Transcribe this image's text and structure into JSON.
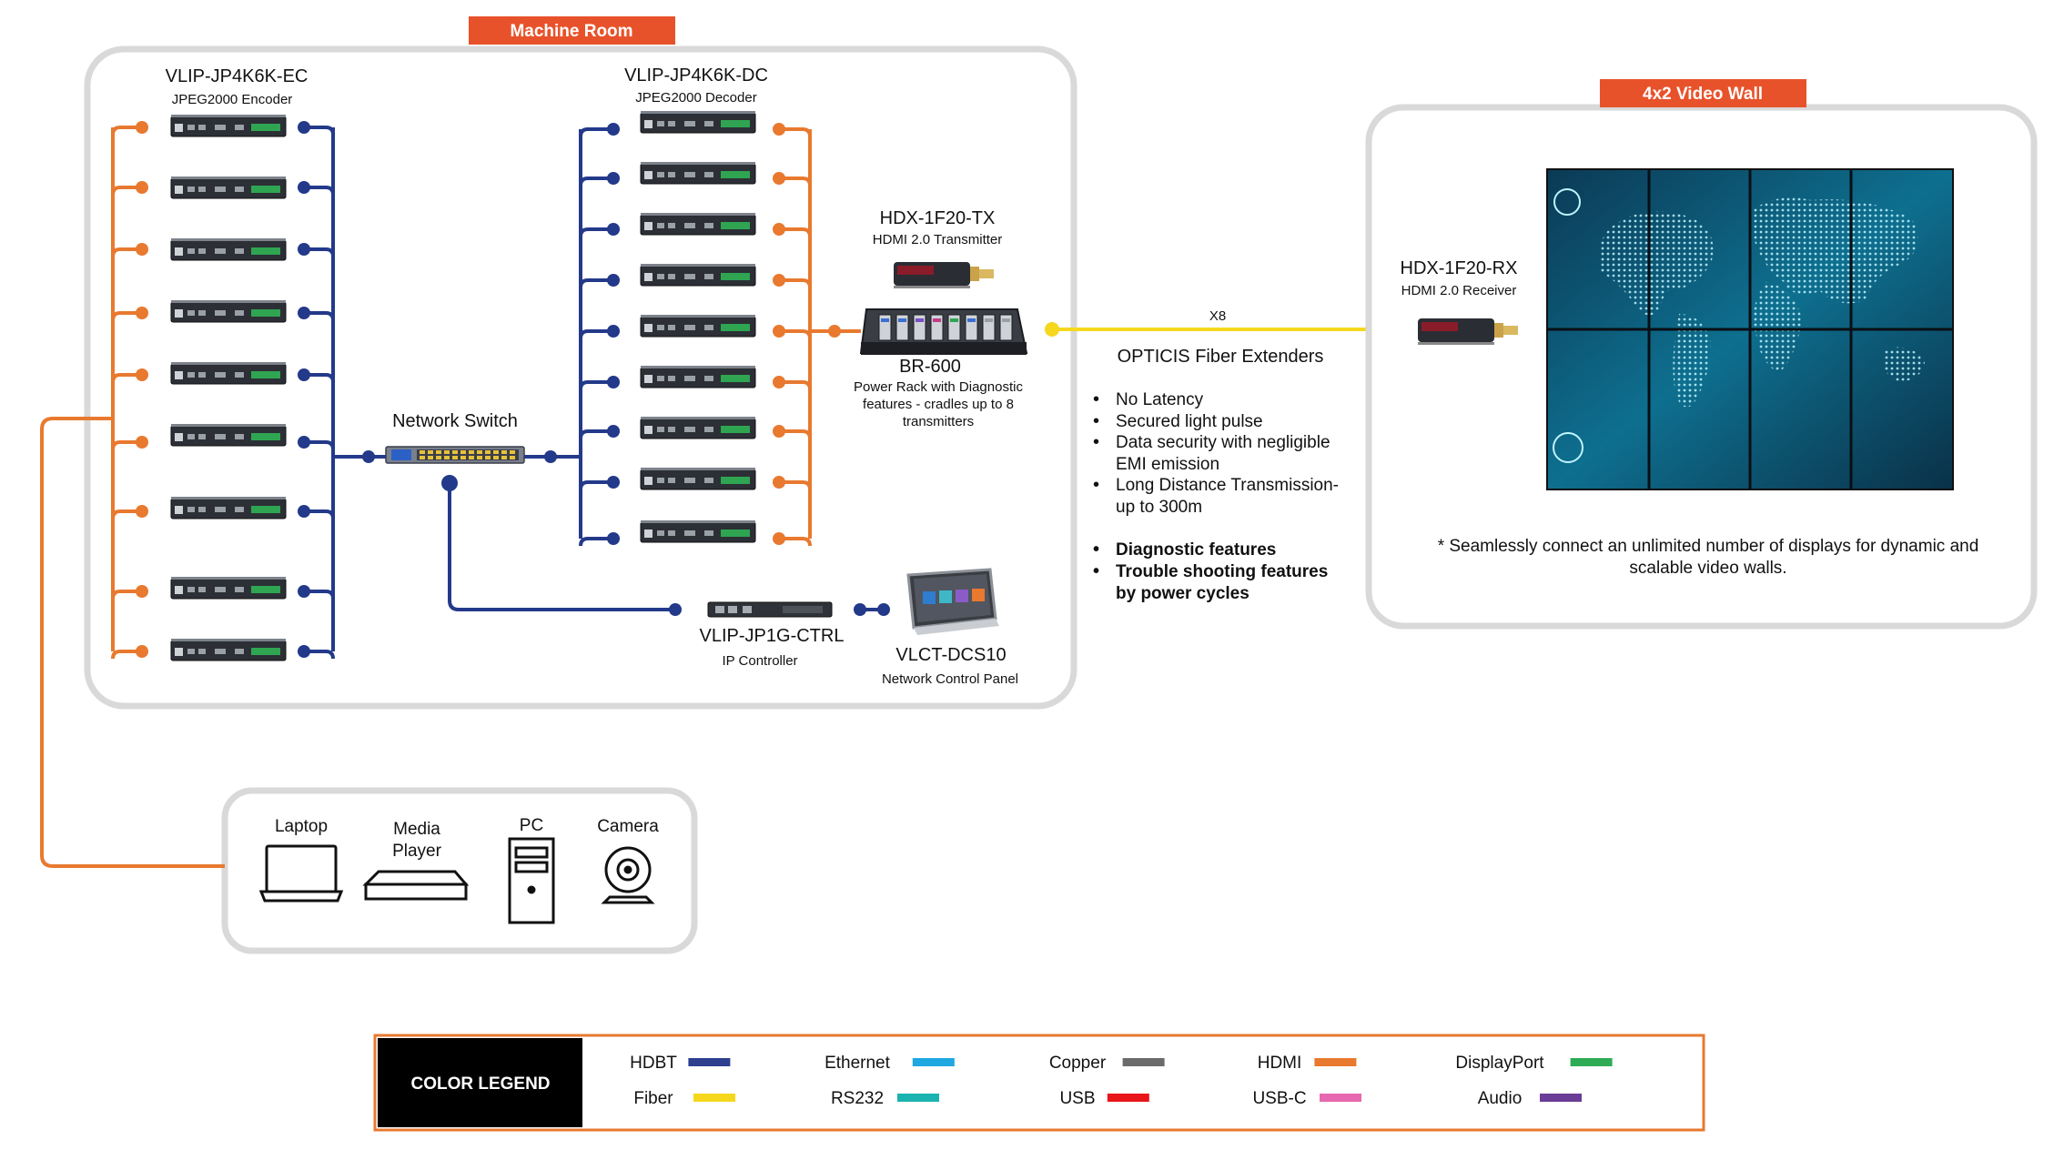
{
  "machine_room": {
    "tag": "Machine Room",
    "encoder": {
      "model": "VLIP-JP4K6K-EC",
      "desc": "JPEG2000 Encoder"
    },
    "decoder": {
      "model": "VLIP-JP4K6K-DC",
      "desc": "JPEG2000 Decoder"
    },
    "switch_label": "Network Switch",
    "transmitter": {
      "model": "HDX-1F20-TX",
      "desc": "HDMI 2.0 Transmitter"
    },
    "rack": {
      "model": "BR-600",
      "desc_lines": [
        "Power Rack with Diagnostic",
        "features - cradles up to 8",
        "transmitters"
      ]
    },
    "controller": {
      "model": "VLIP-JP1G-CTRL",
      "desc": "IP Controller"
    },
    "panel": {
      "model": "VLCT-DCS10",
      "desc": "Network Control Panel"
    }
  },
  "fiber": {
    "count": "X8",
    "title": "OPTICIS Fiber Extenders",
    "bullets": [
      "No Latency",
      "Secured light pulse",
      "Data security with negligible",
      "EMI emission",
      "Long Distance Transmission-",
      "up to 300m"
    ],
    "bold_bullets": [
      "Diagnostic features",
      "Trouble shooting features",
      "by power cycles"
    ]
  },
  "video_wall": {
    "tag": "4x2 Video Wall",
    "receiver": {
      "model": "HDX-1F20-RX",
      "desc": "HDMI 2.0 Receiver"
    },
    "note_lines": [
      "* Seamlessly connect an unlimited number of displays for dynamic and",
      "scalable video walls."
    ]
  },
  "sources": {
    "laptop": "Laptop",
    "media_player": [
      "Media",
      "Player"
    ],
    "pc": "PC",
    "camera": "Camera"
  },
  "legend": {
    "title": "COLOR LEGEND",
    "items": [
      {
        "label": "HDBT",
        "color": "#2e3f8f"
      },
      {
        "label": "Fiber",
        "color": "#f5d81e"
      },
      {
        "label": "Ethernet",
        "color": "#1ea7e1"
      },
      {
        "label": "RS232",
        "color": "#1bb3b0"
      },
      {
        "label": "Copper",
        "color": "#6b6b6b"
      },
      {
        "label": "USB",
        "color": "#e8161b"
      },
      {
        "label": "HDMI",
        "color": "#e8792f"
      },
      {
        "label": "USB-C",
        "color": "#e668ae"
      },
      {
        "label": "DisplayPort",
        "color": "#2eab55"
      },
      {
        "label": "Audio",
        "color": "#6a3d96"
      }
    ]
  },
  "colors": {
    "hdmi": "#e8792f",
    "hdbt": "#23398a",
    "fiber": "#f5d81e",
    "tag_bg": "#e8522a",
    "box_border": "#d9d9d9"
  }
}
